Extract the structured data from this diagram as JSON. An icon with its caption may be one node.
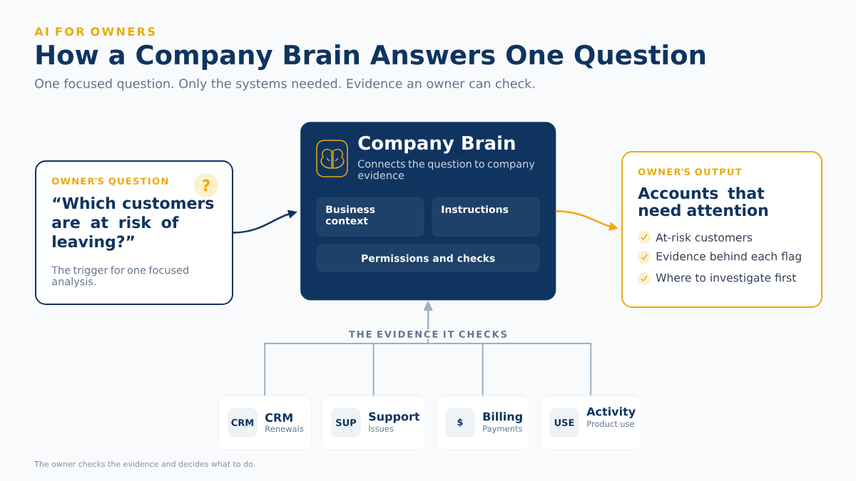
{
  "diagram": {
    "title": "How a Company Brain Answers One Question",
    "caption": "The owner checks the evidence and decides what to do.",
    "labels": [
      "AI FOR OWNERS",
      "One focused question. Only the systems needed. Evidence an owner can check.",
      "THE EVIDENCE IT CHECKS"
    ],
    "nodes": [
      {
        "text": [
          "OWNER'S QUESTION",
          "“Which customers are at risk of leaving?”",
          "The trigger for one focused analysis."
        ]
      },
      {
        "text": [
          "?"
        ],
        "in": 0
      },
      {
        "text": [
          "Company Brain",
          "Connects the question to company evidence"
        ]
      },
      {
        "text": [
          "Business context"
        ],
        "in": 2
      },
      {
        "text": [
          "Instructions"
        ],
        "in": 2
      },
      {
        "text": [
          "Permissions and checks"
        ],
        "in": 2
      },
      {
        "text": [
          "OWNER'S OUTPUT",
          "Accounts that need attention",
          "At-risk customers",
          "Evidence behind each flag",
          "Where to investigate first"
        ]
      },
      {
        "text": [
          "CRM",
          "Renewals"
        ]
      },
      {
        "text": [
          "CRM"
        ],
        "in": 7
      },
      {
        "text": [
          "Support",
          "Issues"
        ]
      },
      {
        "text": [
          "SUP"
        ],
        "in": 9
      },
      {
        "text": [
          "Billing",
          "Payments"
        ]
      },
      {
        "text": [
          "$"
        ],
        "in": 11
      },
      {
        "text": [
          "Activity",
          "Product use"
        ]
      },
      {
        "text": [
          "USE"
        ],
        "in": 13
      }
    ],
    "edges": [
      {
        "from": 0,
        "to": 2,
        "arrow": "to",
        "color": "#0f3460"
      },
      {
        "from": 2,
        "to": 6,
        "arrow": "to",
        "color": "#f0a80f"
      },
      {
        "from": 7,
        "to": 2,
        "arrow": "to",
        "color": "#9db0c3"
      },
      {
        "from": 9,
        "to": 2,
        "arrow": "to",
        "color": "#9db0c3"
      },
      {
        "from": 11,
        "to": 2,
        "arrow": "to",
        "color": "#9db0c3"
      },
      {
        "from": 13,
        "to": 2,
        "arrow": "to",
        "color": "#9db0c3"
      }
    ]
  }
}
